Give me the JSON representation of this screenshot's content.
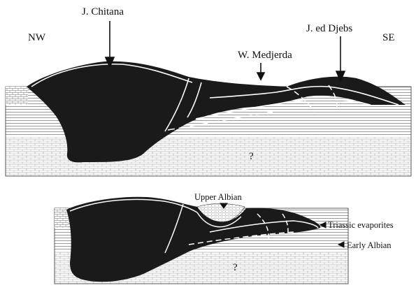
{
  "top_section": {
    "label_nw": "NW",
    "label_se": "SE",
    "label_chitana": "J. Chitana",
    "label_medjerda": "W. Medjerda",
    "label_djebs": "J. ed Djebs",
    "label_unknown": "?"
  },
  "bottom_section": {
    "label_upper_albian": "Upper Albian",
    "label_triassic": "Triassic evaporites",
    "label_early_albian": "Early Albian",
    "label_unknown": "?"
  },
  "colors": {
    "evaporite_fill": "#1a1a1a",
    "ink": "#111111",
    "paper": "#ffffff"
  }
}
